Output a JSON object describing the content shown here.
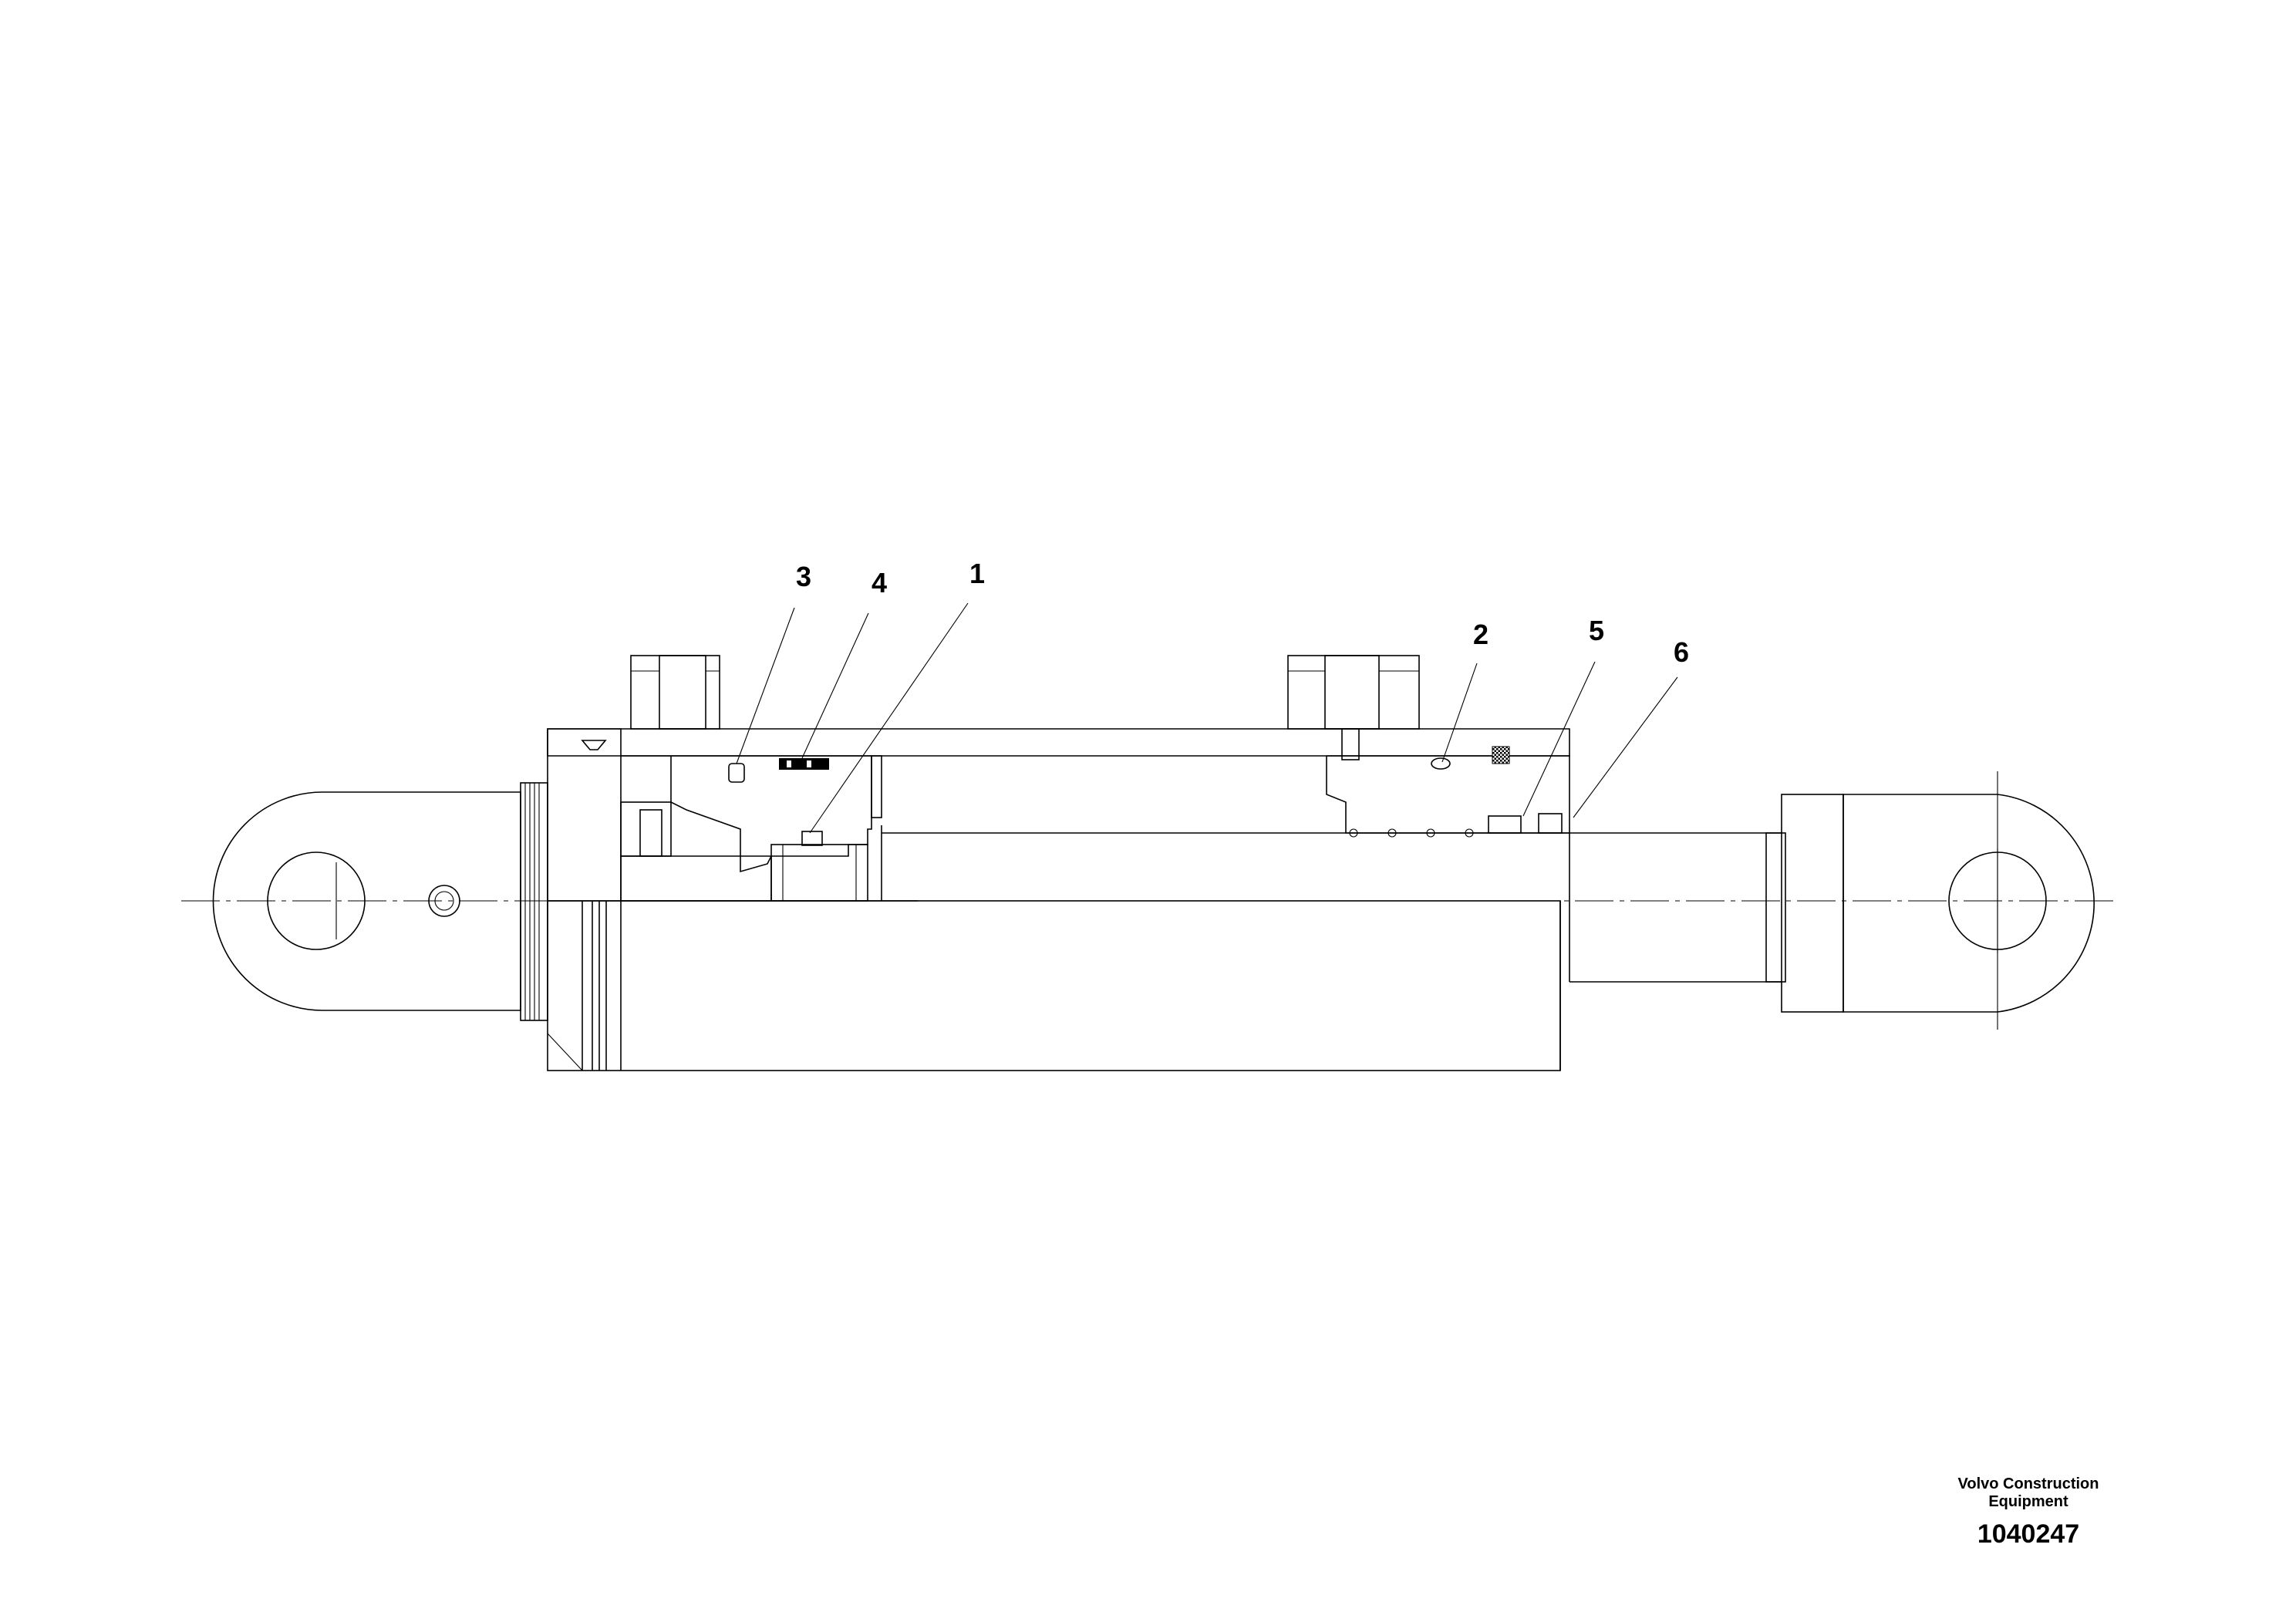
{
  "drawing": {
    "callouts": [
      {
        "label": "3",
        "part": "item-3"
      },
      {
        "label": "4",
        "part": "item-4"
      },
      {
        "label": "1",
        "part": "item-1"
      },
      {
        "label": "2",
        "part": "item-2"
      },
      {
        "label": "5",
        "part": "item-5"
      },
      {
        "label": "6",
        "part": "item-6"
      }
    ]
  },
  "title_block": {
    "company_line1": "Volvo Construction",
    "company_line2": "Equipment",
    "document_number": "1040247"
  },
  "colors": {
    "line": "#000000",
    "background": "#ffffff",
    "section_fill": "#e2e2e2",
    "seal_fill": "#000000"
  }
}
